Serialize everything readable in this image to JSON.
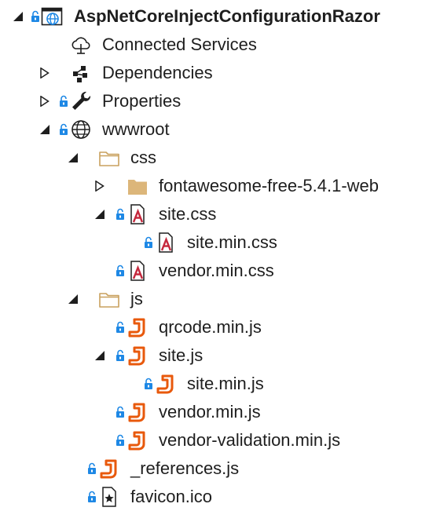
{
  "solution_explorer": {
    "project": {
      "label": "AspNetCoreInjectConfigurationRazor"
    },
    "connected_services": {
      "label": "Connected Services"
    },
    "dependencies": {
      "label": "Dependencies"
    },
    "properties": {
      "label": "Properties"
    },
    "wwwroot": {
      "label": "wwwroot",
      "css": {
        "label": "css",
        "fontawesome": {
          "label": "fontawesome-free-5.4.1-web"
        },
        "site_css": {
          "label": "site.css",
          "site_min_css": {
            "label": "site.min.css"
          }
        },
        "vendor_min_css": {
          "label": "vendor.min.css"
        }
      },
      "js": {
        "label": "js",
        "qrcode_min_js": {
          "label": "qrcode.min.js"
        },
        "site_js": {
          "label": "site.js",
          "site_min_js": {
            "label": "site.min.js"
          }
        },
        "vendor_min_js": {
          "label": "vendor.min.js"
        },
        "vendor_validation_min_js": {
          "label": "vendor-validation.min.js"
        }
      },
      "references_js": {
        "label": "_references.js"
      },
      "favicon_ico": {
        "label": "favicon.ico"
      }
    }
  },
  "icons": {
    "expanded": "expanded-arrow-icon",
    "collapsed": "collapsed-arrow-icon",
    "lock": "lock-icon",
    "web_project": "web-project-icon",
    "cloud": "connected-services-icon",
    "dependencies": "dependencies-icon",
    "wrench": "wrench-icon",
    "globe": "globe-icon",
    "folder": "folder-icon",
    "css_file": "css-file-icon",
    "js_file": "js-file-icon",
    "favicon": "favicon-file-icon"
  },
  "colors": {
    "text": "#1e1e1e",
    "lock": "#1e88e5",
    "js_orange": "#e8590c",
    "css_red": "#c5283d",
    "folder": "#dcb67a"
  }
}
